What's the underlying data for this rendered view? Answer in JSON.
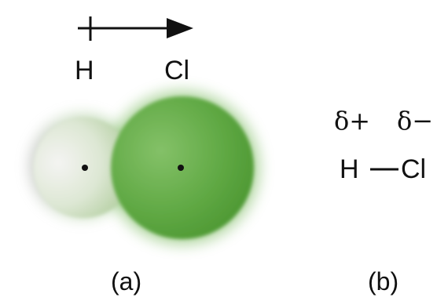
{
  "panel_a": {
    "atom_left_label": "H",
    "atom_right_label": "Cl",
    "caption": "(a)"
  },
  "panel_b": {
    "partial_positive": "δ+",
    "partial_negative": "δ−",
    "atom_left": "H",
    "atom_right": "Cl",
    "caption": "(b)"
  },
  "colors": {
    "chlorine_green": "#5aa93c",
    "hydrogen_light": "#e8ede3",
    "ink": "#111111"
  }
}
